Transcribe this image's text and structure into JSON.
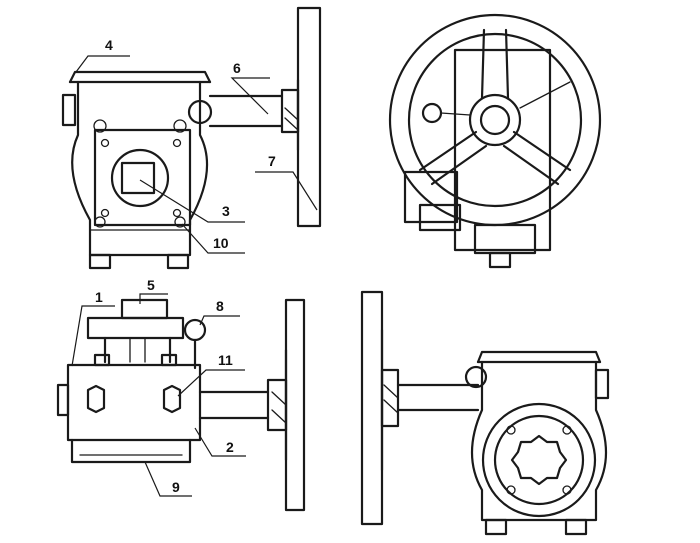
{
  "callouts": [
    {
      "id": "c1",
      "number": "1"
    },
    {
      "id": "c2",
      "number": "2"
    },
    {
      "id": "c3",
      "number": "3"
    },
    {
      "id": "c4",
      "number": "4"
    },
    {
      "id": "c5",
      "number": "5"
    },
    {
      "id": "c6",
      "number": "6"
    },
    {
      "id": "c7",
      "number": "7"
    },
    {
      "id": "c8",
      "number": "8"
    },
    {
      "id": "c9",
      "number": "9"
    },
    {
      "id": "c10",
      "number": "10"
    },
    {
      "id": "c11",
      "number": "11"
    }
  ]
}
